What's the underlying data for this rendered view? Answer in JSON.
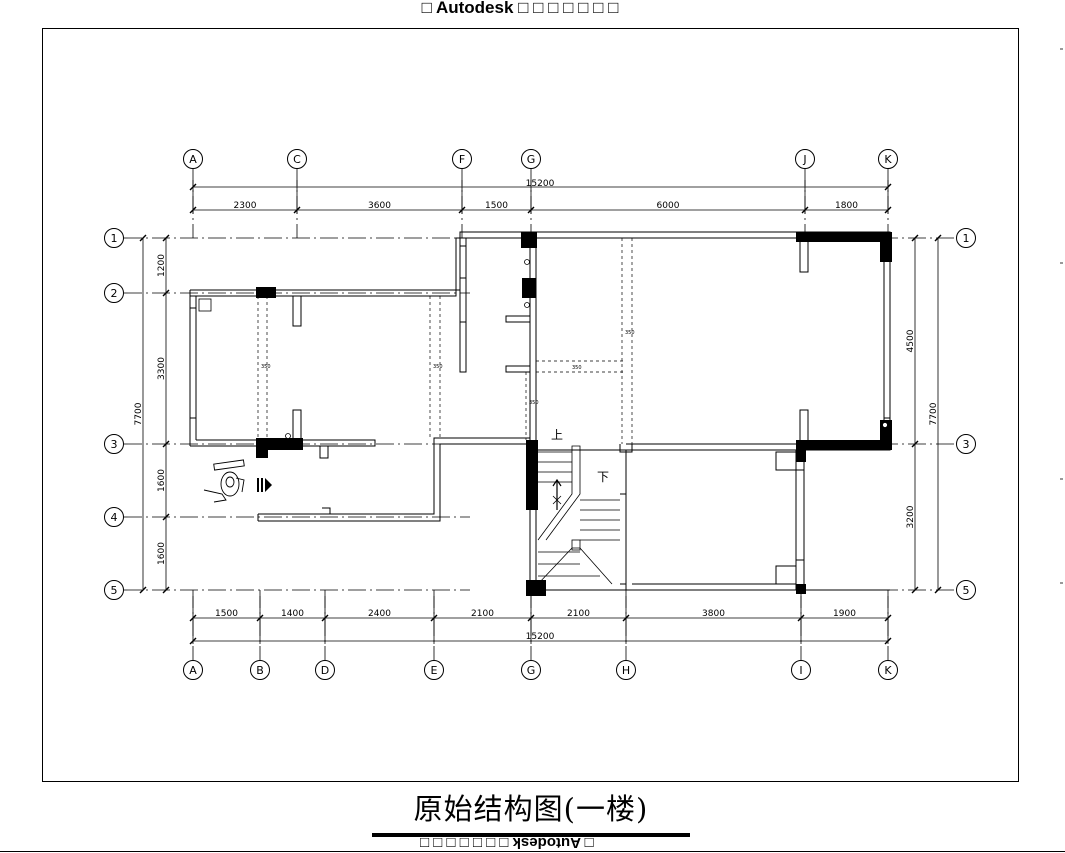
{
  "watermark": {
    "top": "□ Autodesk □ □ □ □ □ □ □",
    "bottom": "□ Autodesk □ □ □ □ □ □ □"
  },
  "title": "原始结构图(一楼)",
  "grid_top": [
    "A",
    "C",
    "F",
    "G",
    "J",
    "K"
  ],
  "grid_bottom": [
    "A",
    "B",
    "D",
    "E",
    "G",
    "H",
    "I",
    "K"
  ],
  "grid_left": [
    "1",
    "2",
    "3",
    "4",
    "5"
  ],
  "grid_right": [
    "1",
    "3",
    "5"
  ],
  "dims_top_total": "15200",
  "dims_top": [
    "2300",
    "3600",
    "1500",
    "6000",
    "1800"
  ],
  "dims_bottom_total": "15200",
  "dims_bottom": [
    "1500",
    "1400",
    "2400",
    "2100",
    "2100",
    "3800",
    "1900"
  ],
  "dims_left_total": "7700",
  "dims_left": [
    "1200",
    "3300",
    "1600",
    "1600"
  ],
  "dims_right_total": "7700",
  "dims_right": [
    "4500",
    "3200"
  ],
  "stair_labels": {
    "up": "上",
    "down": "下"
  },
  "beam_labels": [
    "350",
    "350",
    "350",
    "350",
    "350"
  ]
}
